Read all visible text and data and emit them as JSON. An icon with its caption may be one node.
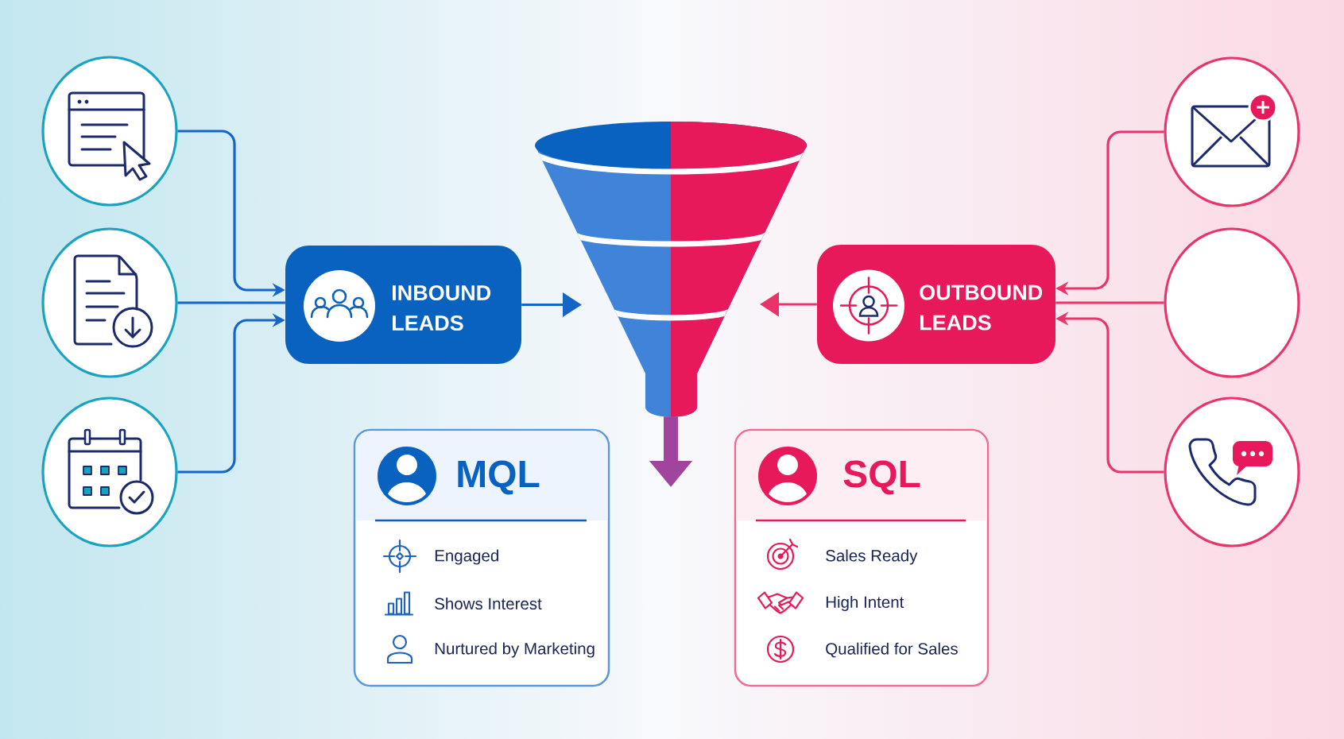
{
  "diagram": {
    "nodes": [
      {
        "text": [],
        "shape": "circle"
      },
      {
        "text": [],
        "shape": "circle"
      },
      {
        "text": [],
        "shape": "circle"
      },
      {
        "text": [
          "INBOUND LEADS"
        ]
      },
      {
        "text": [],
        "shape": "funnel"
      },
      {
        "text": [
          "OUTBOUND LEADS"
        ]
      },
      {
        "text": [],
        "shape": "circle"
      },
      {
        "text": [],
        "shape": "circle"
      },
      {
        "text": [],
        "shape": "circle"
      },
      {
        "text": [
          "MQL",
          "Engaged",
          "Shows Interest",
          "Nurtured by Marketing"
        ]
      },
      {
        "text": [
          "SQL",
          "Sales Ready",
          "High Intent",
          "Qualified for Sales"
        ]
      }
    ],
    "edges": [
      {
        "from": 0,
        "to": 3,
        "arrow": "to"
      },
      {
        "from": 1,
        "to": 3,
        "arrow": "none"
      },
      {
        "from": 2,
        "to": 3,
        "arrow": "to"
      },
      {
        "from": 6,
        "to": 5,
        "arrow": "to",
        "color": "#e8336b"
      },
      {
        "from": 7,
        "to": 5,
        "arrow": "none",
        "color": "#e8336b"
      },
      {
        "from": 8,
        "to": 5,
        "arrow": "to",
        "color": "#e8336b"
      },
      {
        "from": 3,
        "to": 4,
        "arrow": "to"
      },
      {
        "from": 5,
        "to": 4,
        "arrow": "to",
        "color": "#e8336b"
      },
      {
        "from": 4,
        "to": null,
        "arrow": "to",
        "style": "thick",
        "color": "#a0449e"
      }
    ]
  }
}
